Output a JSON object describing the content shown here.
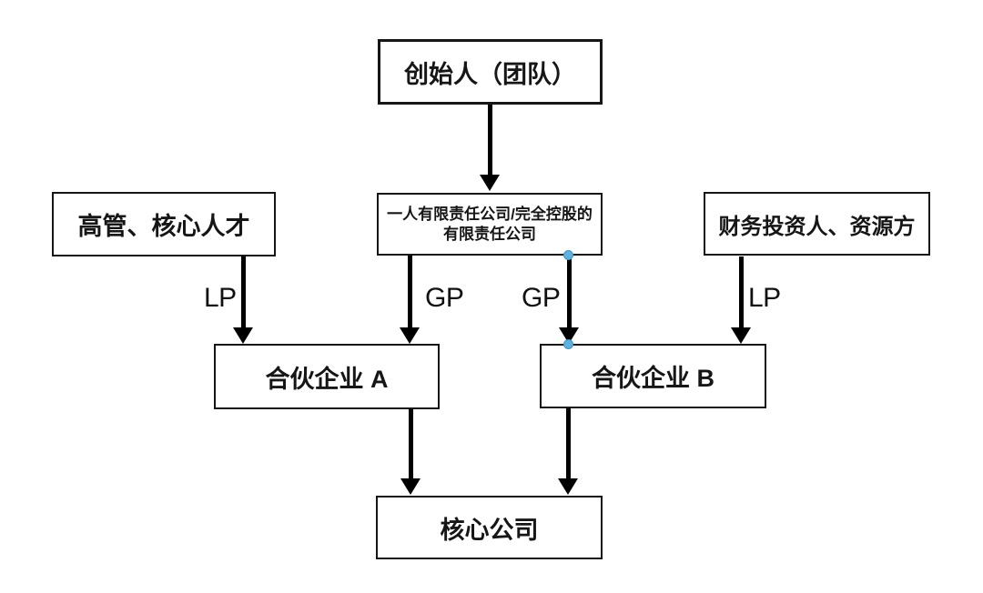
{
  "diagram": {
    "nodes": {
      "founder": {
        "label": "创始人（团队）"
      },
      "holding_company": {
        "line1": "一人有限责任公司/完全控股的",
        "line2": "有限责任公司"
      },
      "executives": {
        "label": "高管、核心人才"
      },
      "investors": {
        "label": "财务投资人、资源方"
      },
      "partnership_a": {
        "label": "合伙企业 A"
      },
      "partnership_b": {
        "label": "合伙企业 B"
      },
      "core_company": {
        "label": "核心公司"
      }
    },
    "edges": [
      {
        "from": "founder",
        "to": "holding_company",
        "label": ""
      },
      {
        "from": "executives",
        "to": "partnership_a",
        "label": "LP"
      },
      {
        "from": "holding_company",
        "to": "partnership_a",
        "label": "GP"
      },
      {
        "from": "holding_company",
        "to": "partnership_b",
        "label": "GP",
        "selected": true
      },
      {
        "from": "investors",
        "to": "partnership_b",
        "label": "LP"
      },
      {
        "from": "partnership_a",
        "to": "core_company",
        "label": ""
      },
      {
        "from": "partnership_b",
        "to": "core_company",
        "label": ""
      }
    ],
    "colors": {
      "line": "#000000",
      "box_border": "#161616",
      "text": "#111111",
      "connector_handle": "#5fb0dc",
      "background": "#ffffff"
    }
  }
}
